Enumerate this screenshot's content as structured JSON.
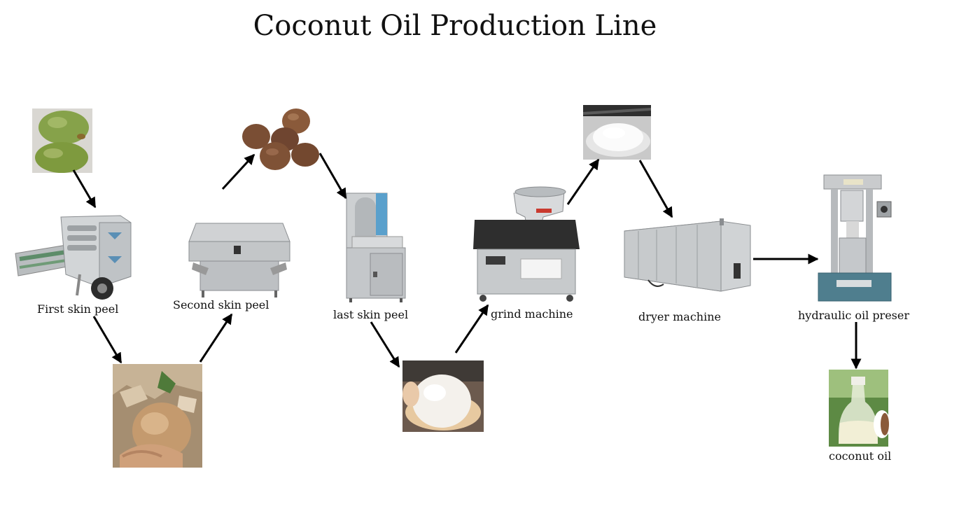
{
  "title": "Coconut Oil Production Line",
  "labels": {
    "first_skin_peel": "First skin peel",
    "second_skin_peel": "Second skin peel",
    "last_skin_peel": "last skin peel",
    "grind_machine": "grind machine",
    "dryer_machine": "dryer machine",
    "hydraulic_oil_press": "hydraulic oil preser",
    "coconut_oil": "coconut oil"
  },
  "icons": [
    "green-coconuts-photo",
    "peeled-coconut-in-hand-photo",
    "brown-coconuts-photo",
    "white-coconut-meat-photo",
    "coconut-powder-bowl-photo",
    "coconut-oil-bottle-photo",
    "first-peeling-machine",
    "second-peeling-machine",
    "last-peeling-machine",
    "grinder-machine",
    "dryer-cabinet",
    "hydraulic-oil-press"
  ],
  "colors": {
    "arrow": "#000000",
    "steel": "#c9cbcd",
    "text": "#111111"
  }
}
